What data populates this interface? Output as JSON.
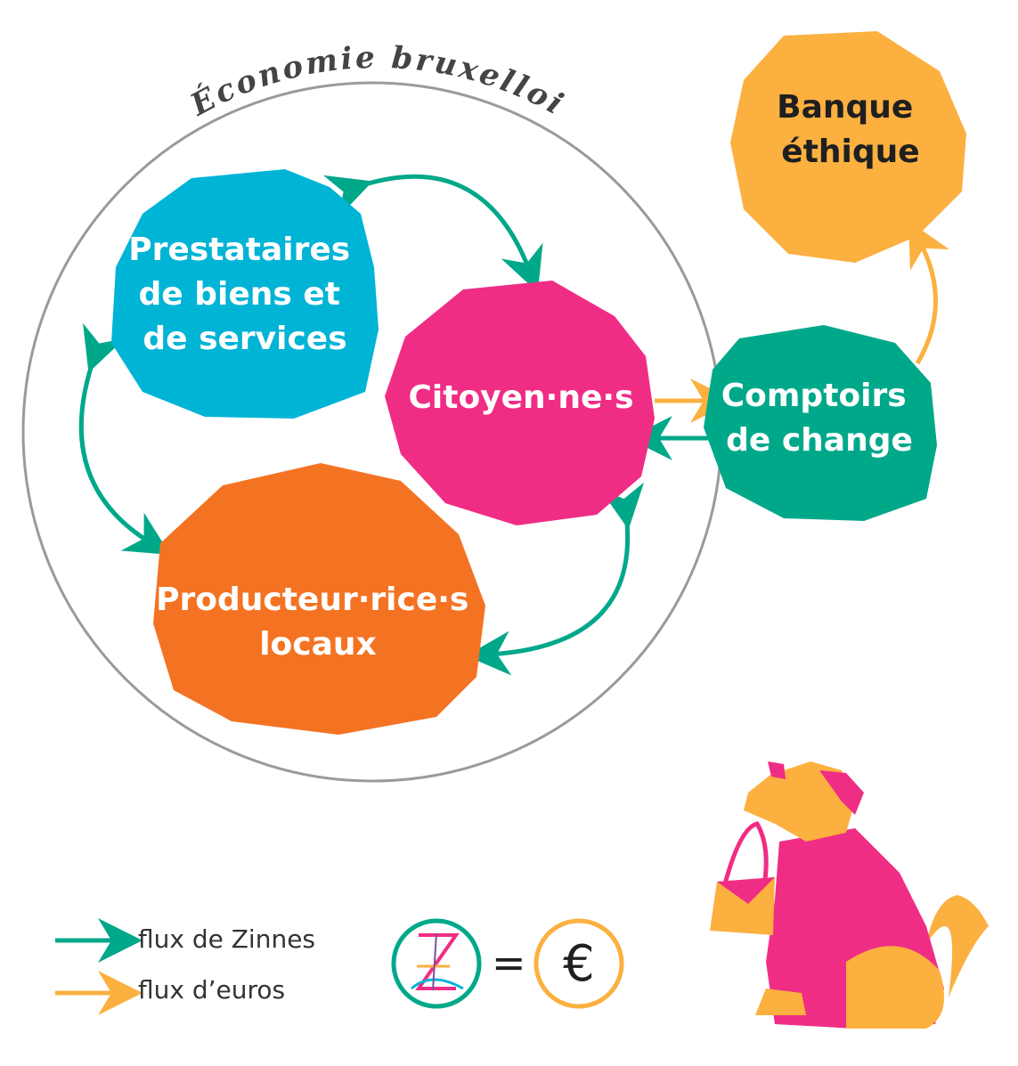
{
  "circle_title": "Économie bruxelloise",
  "nodes": {
    "prestataires": {
      "lines": [
        "Prestataires",
        "de biens et",
        "de services"
      ],
      "color": "#00b4d6"
    },
    "citoyens": {
      "lines": [
        "Citoyen·ne·s"
      ],
      "color": "#f02d85"
    },
    "producteurs": {
      "lines": [
        "Producteur·rice·s",
        "locaux"
      ],
      "color": "#f47323"
    },
    "comptoirs": {
      "lines": [
        "Comptoirs",
        "de change"
      ],
      "color": "#00a88a"
    },
    "banque": {
      "lines": [
        "Banque",
        "éthique"
      ],
      "color": "#fbb040"
    }
  },
  "flows": {
    "zinnes_color": "#00a88a",
    "euros_color": "#fbb040"
  },
  "legend": {
    "zinnes": "flux de Zinnes",
    "euros": "flux d’euros"
  },
  "equation": {
    "zinne_symbol": "Z",
    "equals": "=",
    "euro_symbol": "€"
  }
}
